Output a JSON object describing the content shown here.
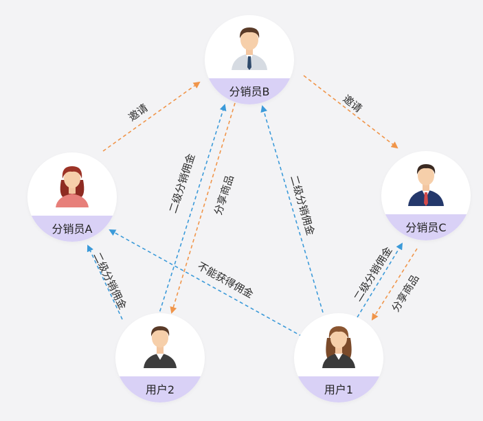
{
  "nodes": {
    "b": {
      "label": "分销员B"
    },
    "a": {
      "label": "分销员A"
    },
    "c": {
      "label": "分销员C"
    },
    "u2": {
      "label": "用户2"
    },
    "u1": {
      "label": "用户1"
    }
  },
  "edges": {
    "invite_ab": "邀请",
    "invite_bc": "邀请",
    "commission_u2_b": "二级分销佣金",
    "share_b_u2": "分享商品",
    "commission_u1_b": "二级分销佣金",
    "commission_u2_a": "二级分销佣金",
    "no_commission_u1_a": "不能获得佣金",
    "commission_u1_c": "二级分销佣金",
    "share_c_u1": "分享商品"
  },
  "colors": {
    "invite_arrow": "#f0954a",
    "commission_arrow": "#3b9ad9",
    "label_band": "#d9d1f6",
    "background": "#f3f3f5"
  },
  "icons": {
    "b": "man-suit-tie-avatar-icon",
    "a": "woman-red-hair-avatar-icon",
    "c": "man-dark-suit-avatar-icon",
    "u2": "man-avatar-icon",
    "u1": "woman-avatar-icon"
  }
}
